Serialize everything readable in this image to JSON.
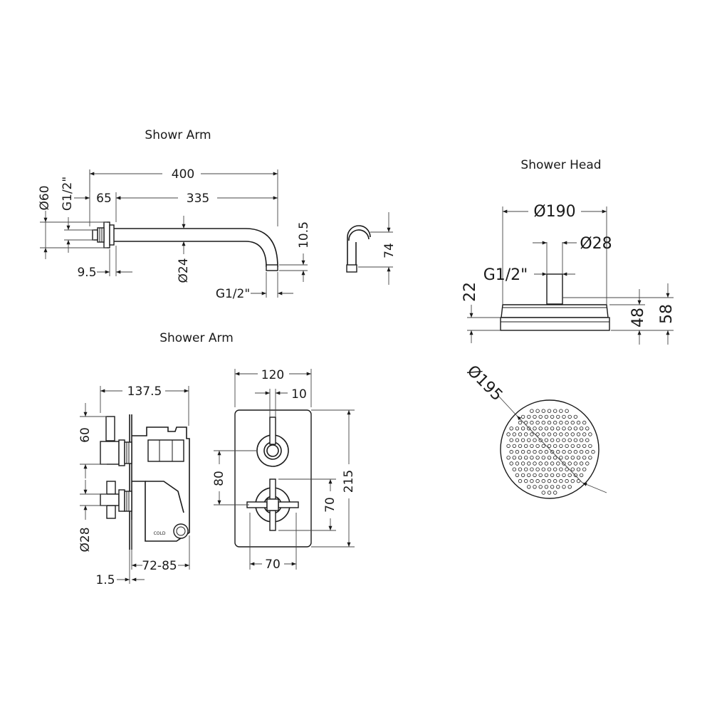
{
  "titles": {
    "arm_top": "Showr Arm",
    "shower_head": "Shower Head",
    "arm_bottom": "Shower Arm"
  },
  "arm_dims": {
    "d400": "400",
    "d65": "65",
    "d335": "335",
    "d60": "Ø60",
    "g12_left": "G1/2\"",
    "d9_5": "9.5",
    "d24": "Ø24",
    "g12_bottom": "G1/2\"",
    "d10_5": "10.5",
    "d74": "74"
  },
  "head_dims": {
    "d190": "Ø190",
    "d28": "Ø28",
    "g12": "G1/2\"",
    "d22": "22",
    "d48": "48",
    "d58": "58",
    "d195": "Ø195"
  },
  "valve_dims": {
    "d137_5": "137.5",
    "d60": "60",
    "d28": "Ø28",
    "d72_85": "72-85",
    "d1_5": "1.5",
    "cold": "COLD",
    "d120": "120",
    "d10": "10",
    "d80": "80",
    "d215": "215",
    "d70_v": "70",
    "d70_h": "70"
  },
  "colors": {
    "line": "#1a1a1a",
    "background": "#ffffff"
  }
}
